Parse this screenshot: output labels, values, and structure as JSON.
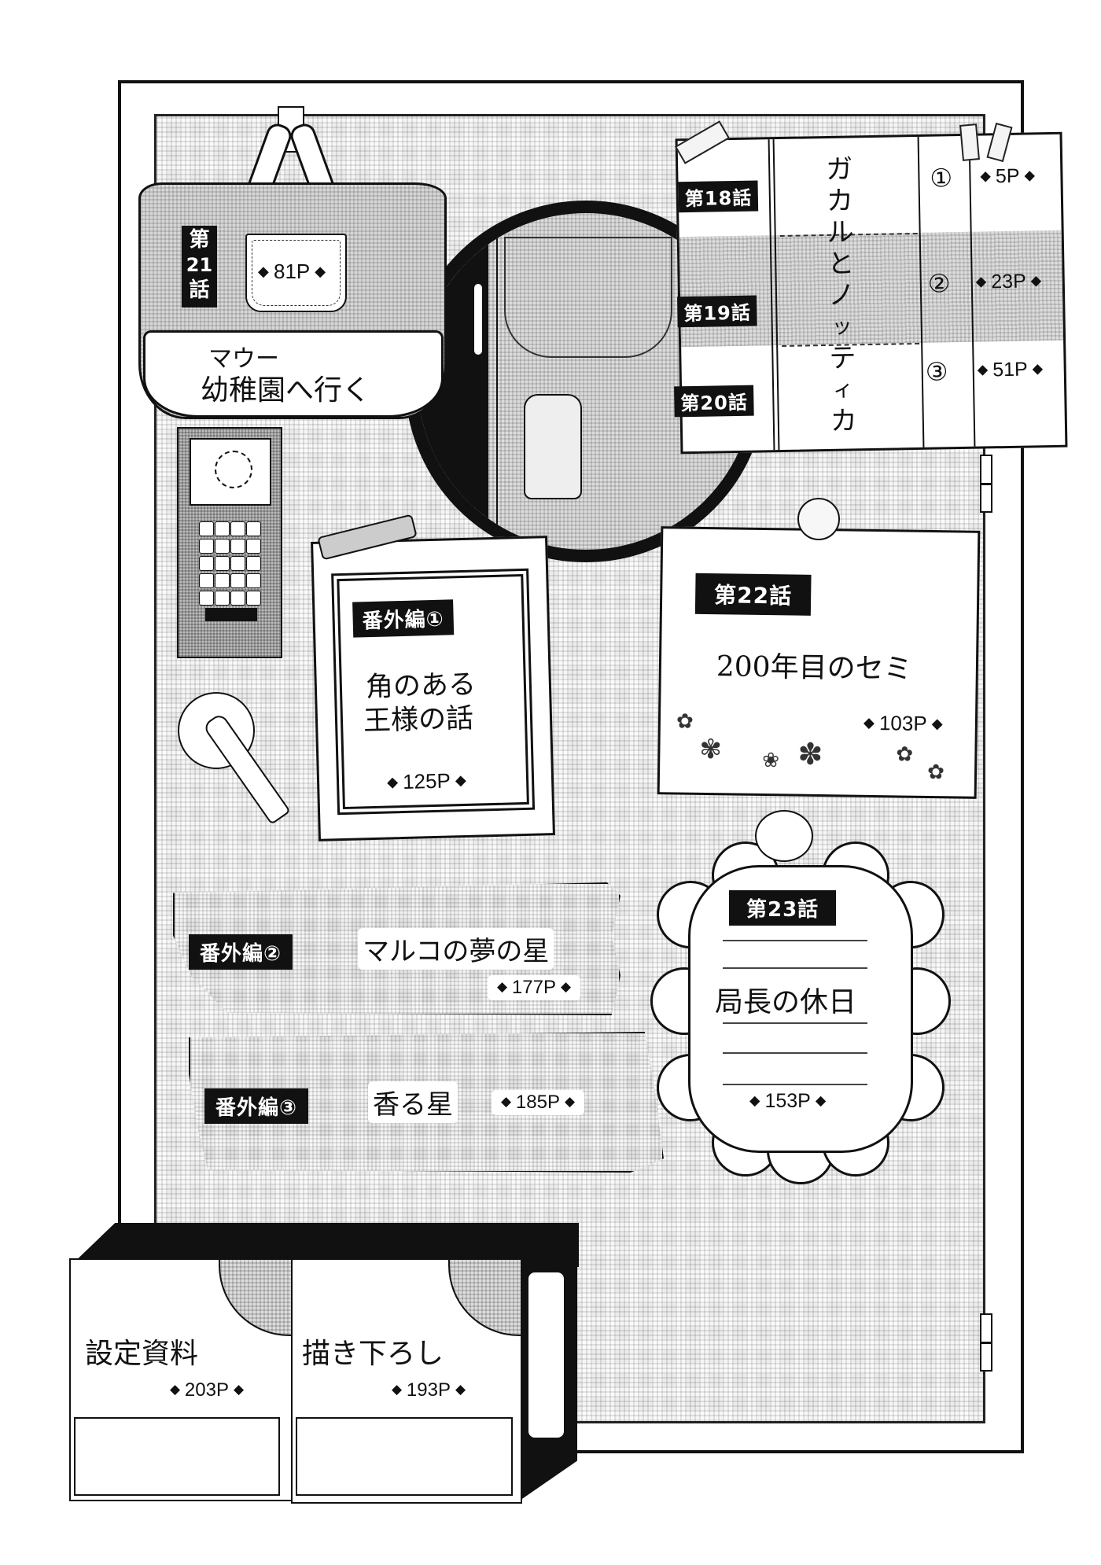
{
  "page": {
    "type": "manga table of contents",
    "background": "#ffffff",
    "ink": "#111111"
  },
  "bag": {
    "chapter_label": "第21話",
    "chapter_chars": [
      "第",
      "21",
      "話"
    ],
    "page": "81P",
    "title_line1": "マウー",
    "title_line2": "幼稚園へ行く"
  },
  "serial_sheet": {
    "title_vertical": "ガカルとノッティカ",
    "title_chars": [
      "ガ",
      "カ",
      "ル",
      "と",
      "ノ",
      "ッ",
      "テ",
      "ィ",
      "カ"
    ],
    "parts": [
      {
        "chapter_label": "第18話",
        "part_marker": "①",
        "page": "5P"
      },
      {
        "chapter_label": "第19話",
        "part_marker": "②",
        "page": "23P"
      },
      {
        "chapter_label": "第20話",
        "part_marker": "③",
        "page": "51P"
      }
    ]
  },
  "extra1": {
    "label": "番外編①",
    "title_line1": "角のある",
    "title_line2": "王様の話",
    "page": "125P"
  },
  "chapter22": {
    "label": "第22話",
    "title": "200年目のセミ",
    "page": "103P"
  },
  "extra2": {
    "label": "番外編②",
    "title": "マルコの夢の星",
    "page": "177P"
  },
  "extra3": {
    "label": "番外編③",
    "title": "香る星",
    "page": "185P"
  },
  "chapter23": {
    "label": "第23話",
    "title": "局長の休日",
    "page": "153P"
  },
  "boxes": [
    {
      "title": "設定資料",
      "page": "203P"
    },
    {
      "title": "描き下ろし",
      "page": "193P"
    }
  ],
  "decor": {
    "diamond": "◆",
    "icons": [
      "tote-bag-icon",
      "mirror-icon",
      "intercom-phone-icon",
      "door-handle-icon",
      "pushpin-icon",
      "cloud-frame-icon",
      "cardboard-box-icon",
      "masking-tape-icon"
    ]
  }
}
